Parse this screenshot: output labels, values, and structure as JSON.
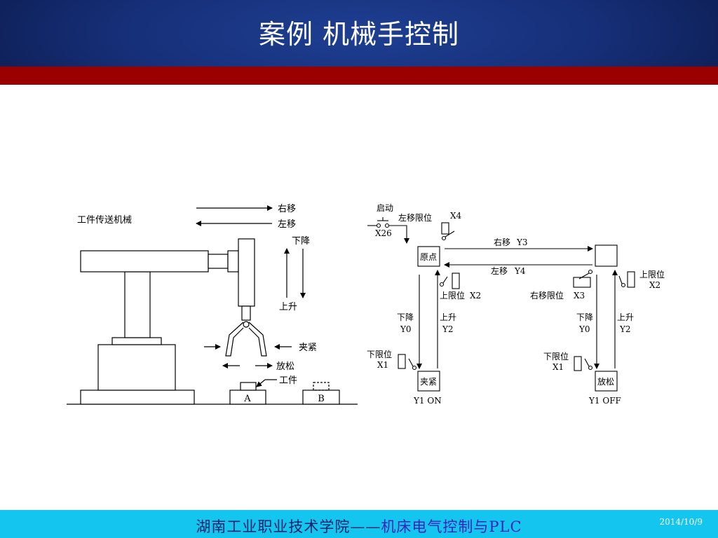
{
  "header": {
    "title": "案例 机械手控制"
  },
  "colors": {
    "header_blue": "#1a3585",
    "accent_red": "#9b0000",
    "footer_cyan": "#14c6ef"
  },
  "mech": {
    "title": "工件传送机械",
    "right": "右移",
    "left": "左移",
    "down": "下降",
    "up": "上升",
    "clamp": "夹紧",
    "release": "放松",
    "workpiece": "工件",
    "station_a": "A",
    "station_b": "B"
  },
  "flow": {
    "start": "启动",
    "x26": "X26",
    "left_limit": "左移限位",
    "x4": "X4",
    "origin": "原点",
    "right_move": "右移",
    "y3": "Y3",
    "left_move": "左移",
    "y4": "Y4",
    "up_limit": "上限位",
    "x2": "X2",
    "right_limit": "右移限位",
    "x3": "X3",
    "down": "下降",
    "y0": "Y0",
    "up": "上升",
    "y2": "Y2",
    "low_limit": "下限位",
    "x1": "X1",
    "clamp": "夹紧",
    "y1_on": "Y1  ON",
    "release": "放松",
    "y1_off": "Y1  OFF"
  },
  "footer": {
    "school": "湖南工业职业技术学院——",
    "course": "机床电气控制与PLC",
    "date": "2014/10/9"
  }
}
